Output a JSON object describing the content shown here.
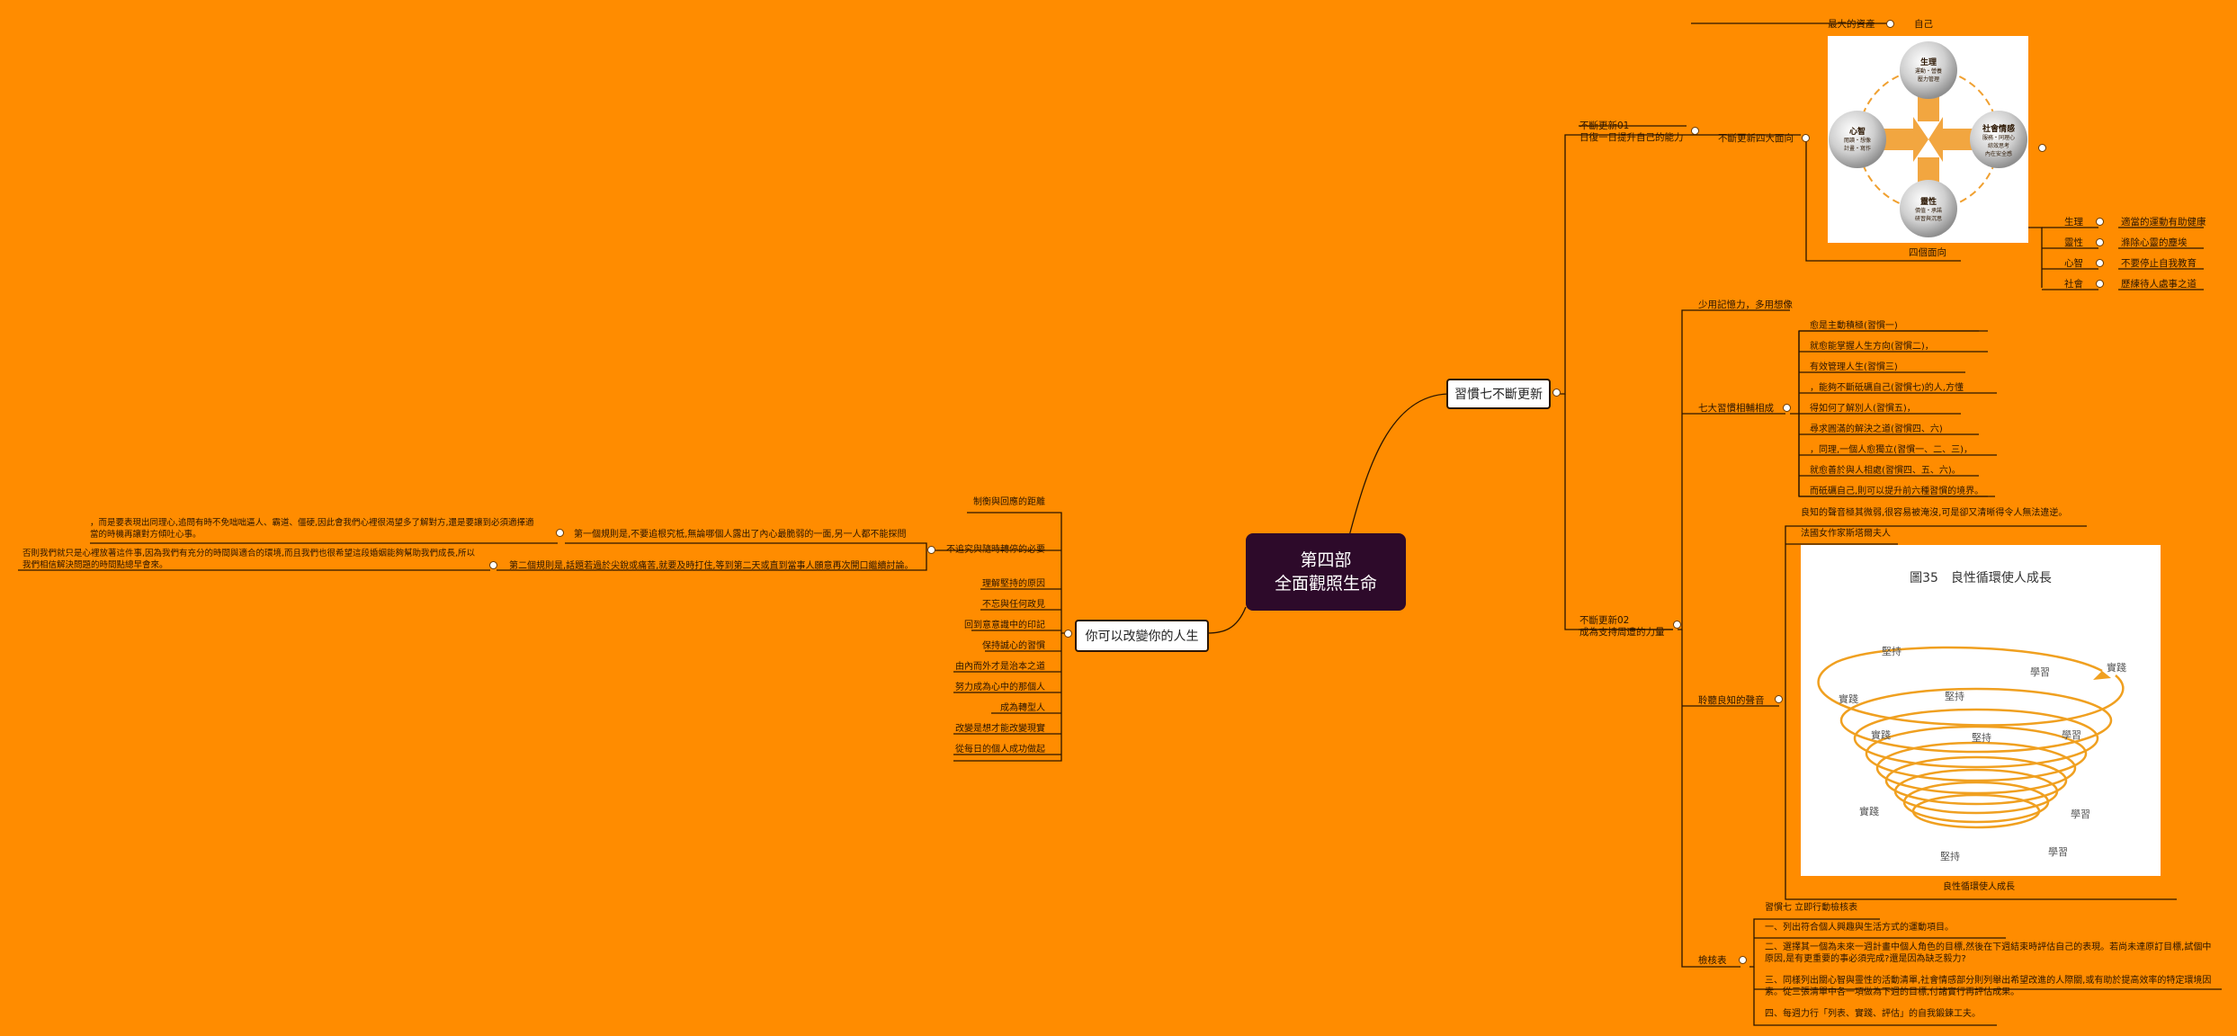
{
  "root": {
    "line1": "第四部",
    "line2": "全面觀照生命"
  },
  "branch_right": {
    "label": "習慣七不斷更新"
  },
  "branch_left": {
    "label": "你可以改變你的人生"
  },
  "renew01": {
    "line1": "不斷更新01",
    "line2": "日復一日提升自己的能力"
  },
  "renew02": {
    "line1": "不斷更新02",
    "line2": "成為支持周遭的力量"
  },
  "four_dir": {
    "label": "不斷更新四大面向",
    "greatest_asset": "最大的資產",
    "self": "自己",
    "caption": "四個面向",
    "circles": {
      "top": {
        "title": "生理",
        "sub": "運動・營養\n壓力管理"
      },
      "left": {
        "title": "心智",
        "sub": "閱讀・想像\n計畫・寫作"
      },
      "right": {
        "title": "社會情感",
        "sub": "服務・同理心\n綜效思考\n內在安全感"
      },
      "bottom": {
        "title": "靈性",
        "sub": "價值・承諾\n研習與沉思"
      }
    },
    "items": [
      {
        "k": "生理",
        "v": "適當的運動有助健康"
      },
      {
        "k": "靈性",
        "v": "滌除心靈的塵埃"
      },
      {
        "k": "心智",
        "v": "不要停止自我教育"
      },
      {
        "k": "社會",
        "v": "歷練待人處事之道"
      }
    ]
  },
  "memory": "少用記憶力，多用想像",
  "seven_habits": {
    "label": "七大習慣相輔相成",
    "items": [
      "愈是主動積極(習慣一)",
      "就愈能掌握人生方向(習慣二)，",
      "有效管理人生(習慣三)",
      "，能夠不斷砥礪自己(習慣七)的人,方懂",
      "得如何了解別人(習慣五)，",
      "尋求圓滿的解決之道(習慣四、六)",
      "，同理,一個人愈獨立(習慣一、二、三)，",
      "就愈善於與人相處(習慣四、五、六)。",
      "而砥礪自己,則可以提升前六種習慣的境界。"
    ]
  },
  "conscience": {
    "label": "聆聽良知的聲音",
    "items": [
      "良知的聲音極其微弱,很容易被淹沒,可是卻又清晰得令人無法違逆。",
      "法國女作家斯塔爾夫人"
    ],
    "figure_title": "圖35　良性循環使人成長",
    "spiral_words": [
      "堅持",
      "學習",
      "實踐",
      "實踐",
      "堅持",
      "學習",
      "實踐",
      "堅持",
      "學習",
      "實踐",
      "學習",
      "堅持",
      "學習"
    ],
    "caption": "良性循環使人成長"
  },
  "checklist": {
    "label": "檢核表",
    "title": "習慣七 立即行動檢核表",
    "items": [
      "一、列出符合個人興趣與生活方式的運動項目。",
      "二、選擇其一個為未來一週計畫中個人角色的目標,然後在下週結束時評估自己的表現。若尚未達原訂目標,試個中原因,是有更重要的事必須完成?還是因為缺乏毅力?",
      "三、同樣列出關心智與靈性的活動清單,社會情感部分則列舉出希望改進的人際關,或有助於提高效率的特定環境因素。從三張清單中各一項做為下週的目標,付諸實行再評估成果。",
      "四、每週力行「列表、實踐、評估」的自我鍛鍊工夫。"
    ]
  },
  "left_items": {
    "distance": "制衡與回應的距離",
    "pursue": "不追究與隨時轉停的必要",
    "rule1": "第一個規則是,不要追根究柢,無論哪個人露出了內心最脆弱的一面,另一人都不能探問",
    "rule1_note": "，而是要表現出同理心,追問有時不免咄咄逼人、霸道、僵硬,因此會我們心裡很渴望多了解對方,還是要讓到必須適擇適當的時機再讓對方傾吐心事。",
    "rule2": "第二個規則是,話題若過於尖銳或痛苦,就要及時打住,等到第二天或直到當事人願意再次開口繼續討論。",
    "rule2_note": "否則我們就只是心裡放著這件事,因為我們有充分的時間與適合的環境,而且我們也很希望這段婚姻能夠幫助我們成長,所以我們相信解決問題的時間點總早會來。",
    "others": [
      "理解堅持的原因",
      "不忘與任何政見",
      "回到意意識中的印記",
      "保持誠心的習慣",
      "由內而外才是治本之道",
      "努力成為心中的那個人",
      "成為轉型人",
      "改變是想才能改變現實",
      "從每日的個人成功做起"
    ]
  },
  "colors": {
    "background": "#ff8c00",
    "root_bg": "#2d0a2a",
    "line": "#2a1500",
    "spiral": "#f0a020"
  }
}
